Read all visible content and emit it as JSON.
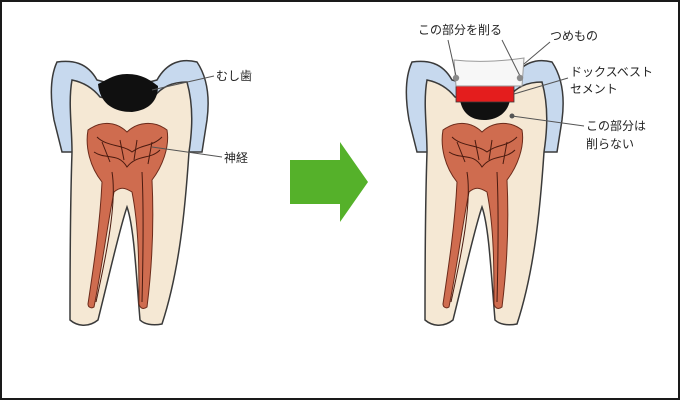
{
  "colors": {
    "enamel": "#c7d9ee",
    "dentin": "#f5e8d4",
    "pulp": "#cf6c4f",
    "caries": "#101010",
    "cement": "#e41d1d",
    "filling": "#f7f7f7",
    "arrow": "#55b12a",
    "outline": "#3a3a3a"
  },
  "before_labels": {
    "caries": "むし歯",
    "nerve": "神経"
  },
  "after_labels": {
    "shave": "この部分を削る",
    "filling": "つめもの",
    "cement_line1": "ドックスベスト",
    "cement_line2": "セメント",
    "keep_line1": "この部分は",
    "keep_line2": "削らない"
  },
  "icons": {
    "arrow": "right-arrow-icon"
  }
}
